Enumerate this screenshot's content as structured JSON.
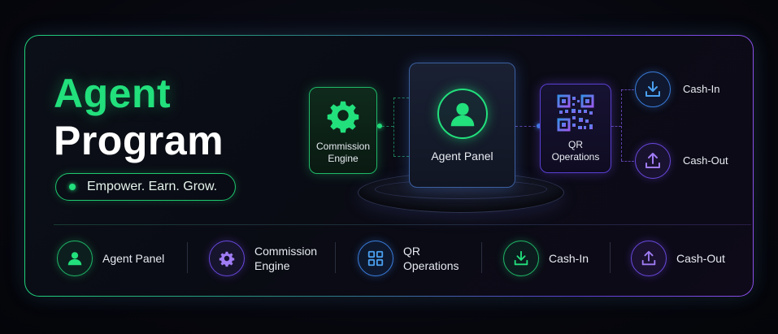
{
  "hero": {
    "title_line1": "Agent",
    "title_line2": "Program",
    "tagline": "Empower. Earn. Grow."
  },
  "diagram": {
    "commission_label": "Commission Engine",
    "agent_panel_label": "Agent Panel",
    "qr_label": "QR Operations",
    "cash_in_label": "Cash-In",
    "cash_out_label": "Cash-Out"
  },
  "features": [
    {
      "label": "Agent Panel",
      "icon": "user-icon"
    },
    {
      "label": "Commission Engine",
      "icon": "gear-icon"
    },
    {
      "label": "QR Operations",
      "icon": "qr-grid-icon"
    },
    {
      "label": "Cash-In",
      "icon": "download-icon"
    },
    {
      "label": "Cash-Out",
      "icon": "upload-icon"
    }
  ],
  "colors": {
    "green": "#22e07c",
    "purple": "#6a48e0",
    "blue": "#3a7fe0"
  }
}
